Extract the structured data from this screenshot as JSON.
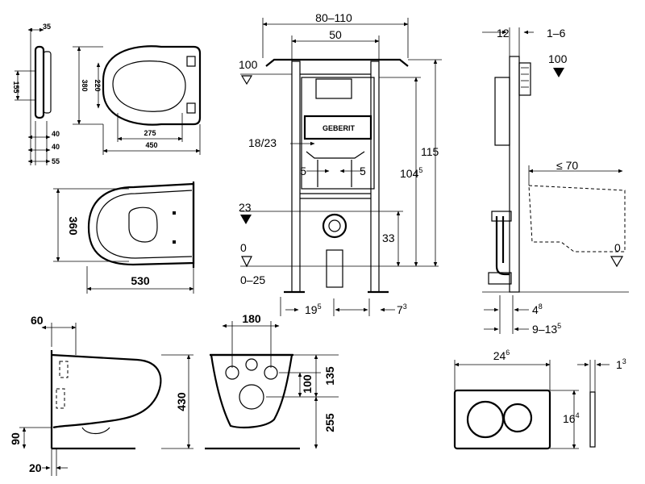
{
  "seat_top": {
    "d35": "35",
    "d155": "155",
    "d380": "380",
    "d220": "220",
    "d40a": "40",
    "d40b": "40",
    "d55": "55",
    "d275": "275",
    "d450": "450"
  },
  "bowl_top": {
    "d360": "360",
    "d530": "530"
  },
  "frame_front": {
    "d80_110": "80–110",
    "d50": "50",
    "d100": "100",
    "d18_23": "18/23",
    "d5a": "5",
    "d5b": "5",
    "d23": "23",
    "d33": "33",
    "d0": "0",
    "d0_25": "0–25",
    "d115": "115",
    "d104": "104",
    "d104_sup": "5",
    "d19": "19",
    "d19_sup": "5",
    "d7": "7",
    "d7_sup": "3",
    "brand": "GEBERIT"
  },
  "frame_side": {
    "d12": "12",
    "d1_6": "1–6",
    "d100": "100",
    "d70": "≤ 70",
    "d0": "0",
    "d4": "4",
    "d4_sup": "8",
    "d9_13": "9–13",
    "d9_13_sup": "5"
  },
  "bowl_side": {
    "d60": "60",
    "d430": "430",
    "d90": "90",
    "d20": "20"
  },
  "bowl_back": {
    "d180": "180",
    "d100": "100",
    "d135": "135",
    "d255": "255"
  },
  "plate": {
    "d24": "24",
    "d24_sup": "6",
    "d16": "16",
    "d16_sup": "4",
    "d1": "1",
    "d1_sup": "3"
  }
}
